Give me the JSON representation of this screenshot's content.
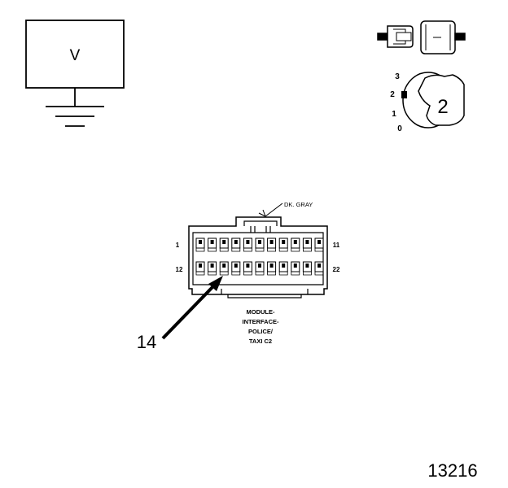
{
  "voltmeter": {
    "label": "V"
  },
  "ignition_switch": {
    "positions": [
      "3",
      "2",
      "1",
      "0"
    ],
    "key_label": "2"
  },
  "connector": {
    "wire_color": "DK. GRAY",
    "pin_labels": {
      "top_left": "1",
      "top_right": "11",
      "bottom_left": "12",
      "bottom_right": "22"
    },
    "caption_lines": [
      "MODULE-",
      "INTERFACE-",
      "POLICE/",
      "TAXI C2"
    ]
  },
  "terminal_callout": "14",
  "figure_number": "13216"
}
